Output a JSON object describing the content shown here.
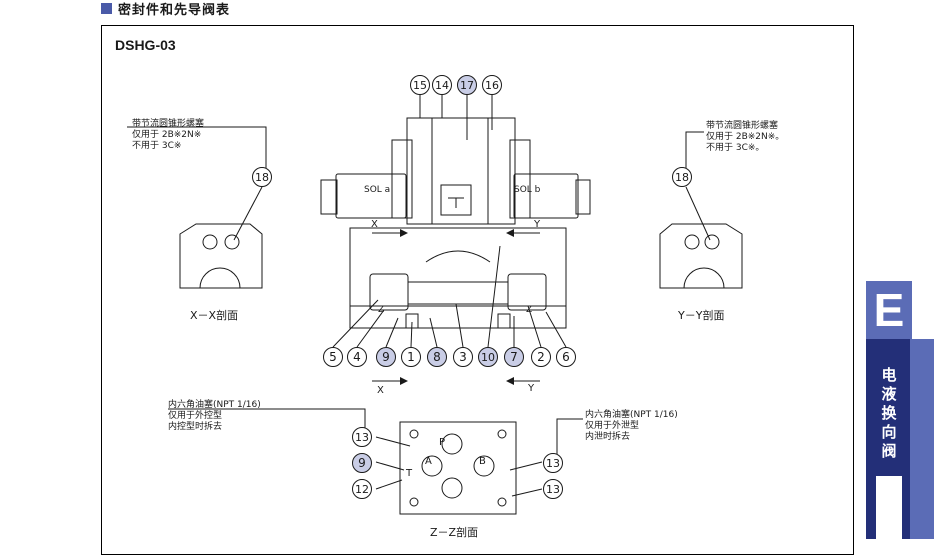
{
  "section": {
    "title": "密封件和先导阀表"
  },
  "model": "DSHG-03",
  "labels": {
    "sol_a": "SOL a",
    "sol_b": "SOL b",
    "x_mark": "X",
    "y_mark": "Y",
    "z_mark": "Z",
    "xx_section": "X－X剖面",
    "yy_section": "Y－Y剖面",
    "zz_section": "Z－Z剖面",
    "port_p": "P",
    "port_a": "A",
    "port_b": "B",
    "port_t": "T"
  },
  "notes": {
    "left_orifice": [
      "带节流圆锥形螺塞",
      "仅用于 2B※2N※",
      "不用于 3C※"
    ],
    "right_orifice": [
      "带节流圆锥形螺塞",
      "仅用于 2B※2N※。",
      "不用于 3C※。"
    ],
    "left_plug": [
      "内六角油塞(NPT 1/16)",
      "仅用于外控型",
      "内控型时拆去"
    ],
    "right_plug": [
      "内六角油塞(NPT 1/16)",
      "仅用于外泄型",
      "内泄时拆去"
    ]
  },
  "callouts": {
    "top": [
      {
        "n": "15",
        "shaded": false
      },
      {
        "n": "14",
        "shaded": false
      },
      {
        "n": "17",
        "shaded": true
      },
      {
        "n": "16",
        "shaded": false
      }
    ],
    "bottom": [
      {
        "n": "5",
        "shaded": false
      },
      {
        "n": "4",
        "shaded": false
      },
      {
        "n": "9",
        "shaded": true
      },
      {
        "n": "1",
        "shaded": false
      },
      {
        "n": "8",
        "shaded": true
      },
      {
        "n": "3",
        "shaded": false
      },
      {
        "n": "10",
        "shaded": true
      },
      {
        "n": "7",
        "shaded": true
      },
      {
        "n": "2",
        "shaded": false
      },
      {
        "n": "6",
        "shaded": false
      }
    ],
    "left_side": {
      "n": "18",
      "shaded": false
    },
    "right_side": {
      "n": "18",
      "shaded": false
    },
    "zz_left": [
      {
        "n": "13",
        "shaded": false
      },
      {
        "n": "9",
        "shaded": true
      },
      {
        "n": "12",
        "shaded": false
      }
    ],
    "zz_right": [
      {
        "n": "13",
        "shaded": false
      },
      {
        "n": "13",
        "shaded": false
      }
    ]
  },
  "side_tab": {
    "letter": "E",
    "text": [
      "电",
      "液",
      "换",
      "向",
      "阀"
    ]
  },
  "colors": {
    "accent": "#5b6cb6",
    "accent_dark": "#232f78",
    "callout_fill": "#c9cde6"
  }
}
